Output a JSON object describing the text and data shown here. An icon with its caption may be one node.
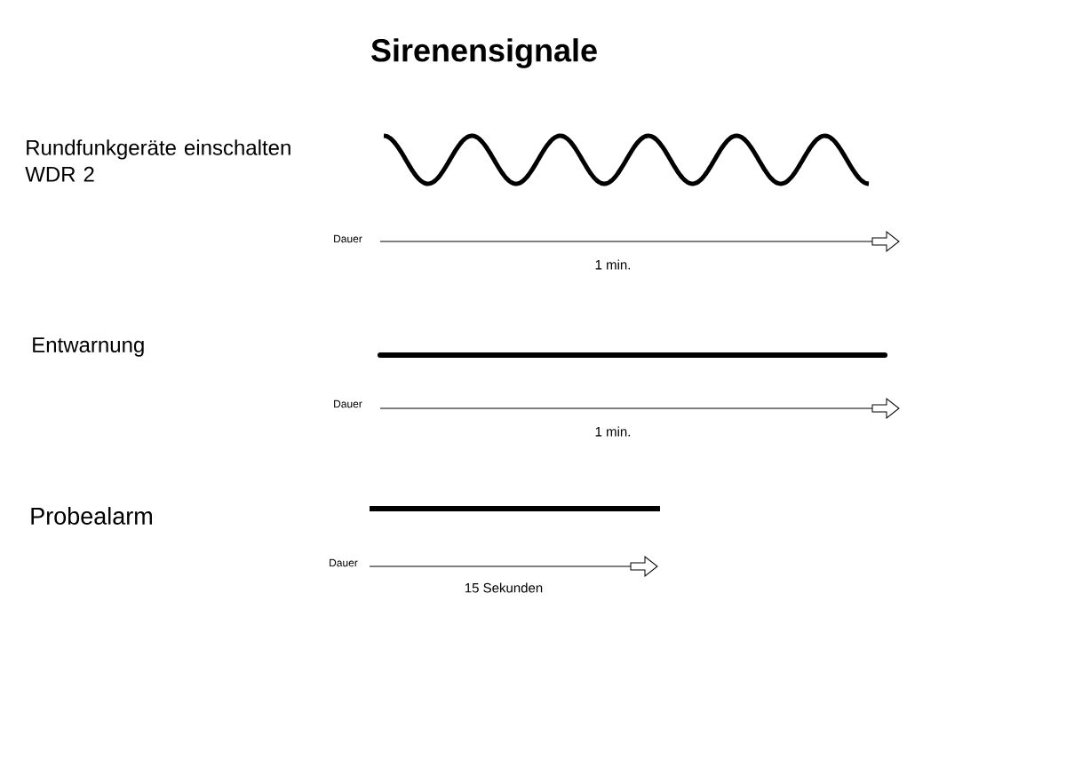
{
  "diagram": {
    "title": "Sirenensignale",
    "labels": [
      "Rundfunkgeräte einschalten WDR 2",
      "Dauer",
      "1 min.",
      "Entwarnung",
      "Dauer",
      "1 min.",
      "Probealarm",
      "Dauer",
      "15 Sekunden"
    ]
  }
}
